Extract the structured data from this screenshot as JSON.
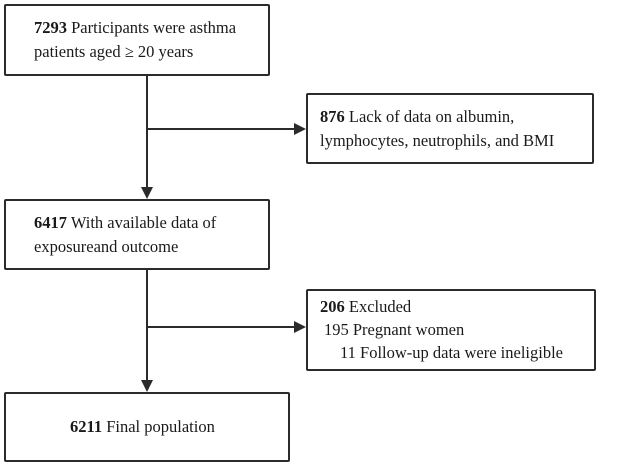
{
  "boxes": {
    "start": {
      "count": "7293",
      "line1_text": "Participants were asthma",
      "line2": "patients aged ≥ 20 years"
    },
    "exclusion1": {
      "count": "876",
      "line1_text": "Lack of data on albumin,",
      "line2": "lymphocytes, neutrophils, and BMI"
    },
    "middle": {
      "count": "6417",
      "line1_text": "With available data of",
      "line2": "exposureand outcome"
    },
    "exclusion2": {
      "count": "206",
      "line1_text": "Excluded",
      "line2": "195 Pregnant women",
      "line3": "11 Follow-up data were ineligible"
    },
    "final": {
      "count": "6211",
      "line1_text": "Final population"
    }
  }
}
